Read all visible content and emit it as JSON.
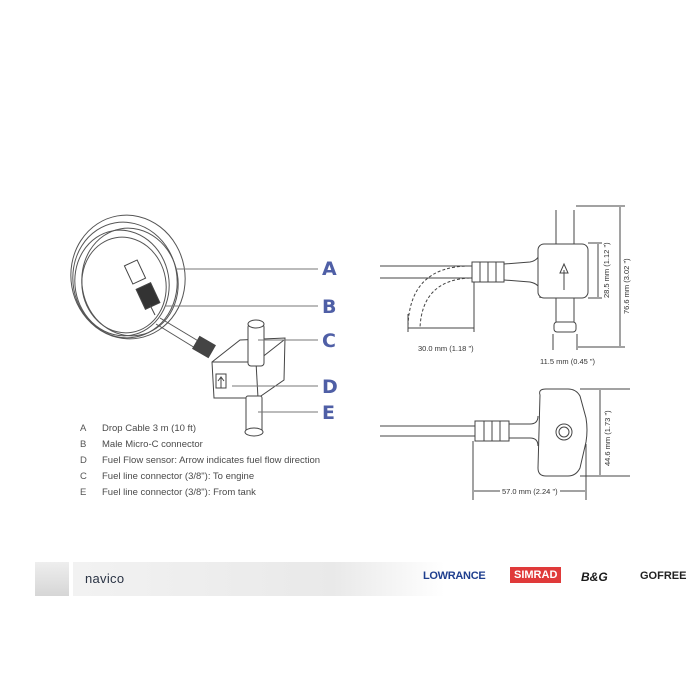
{
  "callouts": {
    "A": "A",
    "B": "B",
    "C": "C",
    "D": "D",
    "E": "E"
  },
  "legend": [
    {
      "key": "A",
      "text": "Drop Cable 3 m (10 ft)"
    },
    {
      "key": "B",
      "text": "Male Micro-C connector"
    },
    {
      "key": "D",
      "text": "Fuel Flow sensor: Arrow indicates fuel flow direction"
    },
    {
      "key": "C",
      "text": "Fuel line connector  (3/8\"): To engine"
    },
    {
      "key": "E",
      "text": "Fuel line connector  (3/8\"):  From tank"
    }
  ],
  "dimensions": {
    "bend_radius": "30.0 mm (1.18 \")",
    "port_diameter": "11.5 mm (0.45 \")",
    "body_height": "28.5 mm (1.12 \")",
    "overall_height": "76.6 mm (3.02 \")",
    "body_width": "44.6 mm (1.73 \")",
    "overall_length": "57.0 mm (2.24 \")"
  },
  "footer": {
    "company": "navico",
    "brands": [
      "LOWRANCE",
      "SIMRAD",
      "B&G",
      "GOFREE"
    ],
    "colors": {
      "callout": "#4f5fa6",
      "lowrance": "#1f3f8f",
      "simrad": "#e03a3a",
      "gofree_accent": "#2aa8d8"
    }
  }
}
